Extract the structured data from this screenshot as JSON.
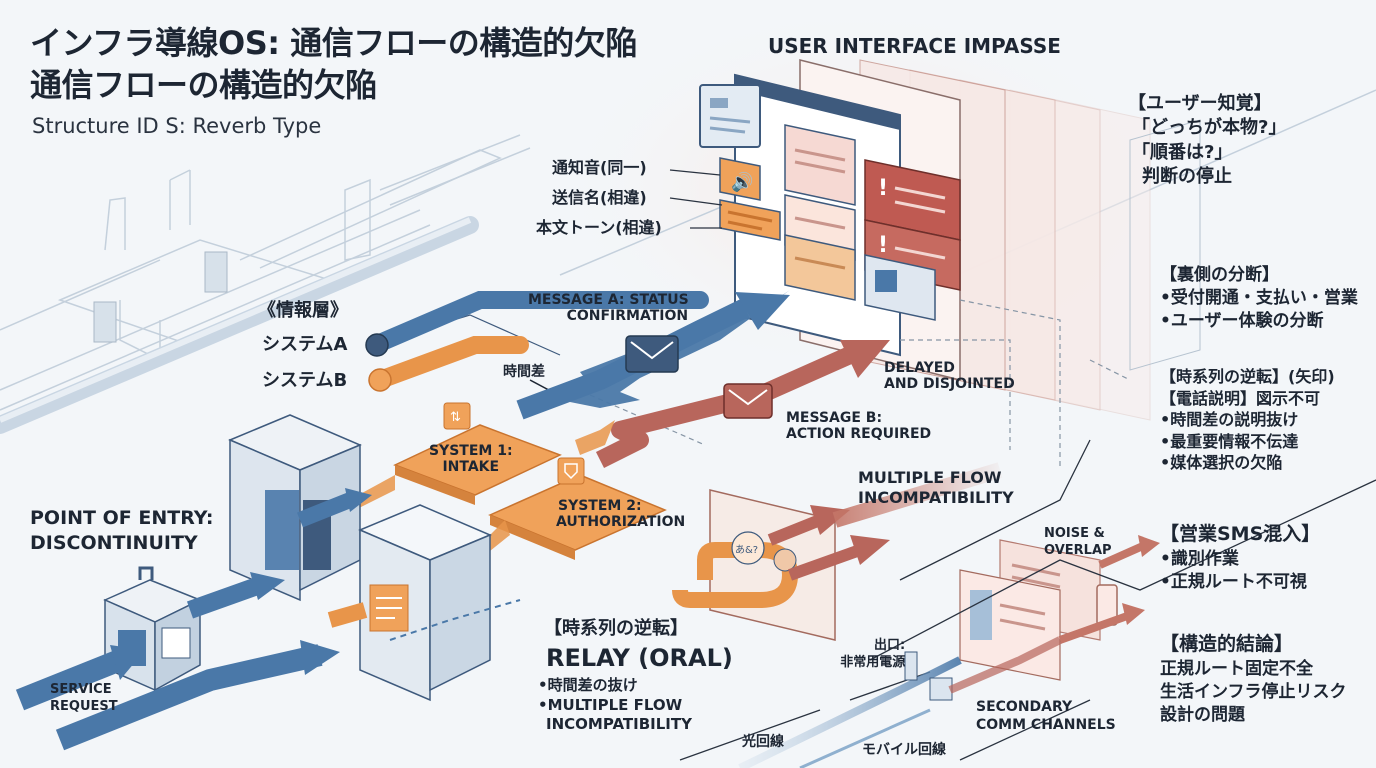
{
  "header": {
    "title_line1": "インフラ導線OS: 通信フローの構造的欠陥",
    "title_line2": "通信フローの構造的欠陥",
    "subtitle": "Structure ID S: Reverb Type"
  },
  "ui_panel": {
    "title": "USER INTERFACE IMPASSE",
    "callouts": [
      "通知音(同一)",
      "送信名(相違)",
      "本文トーン(相違)"
    ]
  },
  "info_layer": {
    "title": "《情報層》",
    "system_a": "システムA",
    "system_b": "システムB",
    "time_gap": "時間差"
  },
  "messages": {
    "a": [
      "MESSAGE A: STATUS",
      "CONFIRMATION"
    ],
    "b": [
      "MESSAGE B:",
      "ACTION REQUIRED"
    ],
    "delayed": [
      "DELAYED",
      "AND DISJOINTED"
    ]
  },
  "systems": {
    "s1": [
      "SYSTEM 1:",
      "INTAKE"
    ],
    "s2": [
      "SYSTEM 2:",
      "AUTHORIZATION"
    ]
  },
  "entry": {
    "title": [
      "POINT OF ENTRY:",
      "DISCONTINUITY"
    ],
    "service_request": [
      "SERVICE",
      "REQUEST"
    ]
  },
  "flow": {
    "multiple": [
      "MULTIPLE FLOW",
      "INCOMPATIBILITY"
    ],
    "noise": [
      "NOISE &",
      "OVERLAP"
    ]
  },
  "relay": {
    "heading": "【時系列の逆転】",
    "title": "RELAY (ORAL)",
    "bullets": [
      "•時間差の抜け",
      "•MULTIPLE FLOW",
      "INCOMPATIBILITY"
    ]
  },
  "bottom": {
    "exit": [
      "出口:",
      "非常用電源"
    ],
    "fiber": "光回線",
    "mobile": "モバイル回線",
    "secondary": [
      "SECONDARY",
      "COMM CHANNELS"
    ]
  },
  "right": {
    "perception": [
      "【ユーザー知覚】",
      "「どっちが本物?」",
      "「順番は?」",
      "判断の停止"
    ],
    "backside": [
      "【裏側の分断】",
      "•受付開通・支払い・営業",
      "•ユーザー体験の分断"
    ],
    "timeline": [
      "【時系列の逆転】(矢印)",
      "【電話説明】図示不可",
      "•時間差の説明抜け",
      "•最重要情報不伝達",
      "•媒体選択の欠陥"
    ],
    "sales_sms": [
      "【営業SMS混入】",
      "•識別作業",
      "•正規ルート不可視"
    ],
    "conclusion": [
      "【構造的結論】",
      "正規ルート固定不全",
      "生活インフラ停止リスク",
      "設計の問題"
    ]
  },
  "colors": {
    "blue": "#4a78a8",
    "orange": "#e8954a",
    "red": "#b8665c",
    "navy": "#3e5a7d",
    "pale": "#d8e2ec"
  }
}
